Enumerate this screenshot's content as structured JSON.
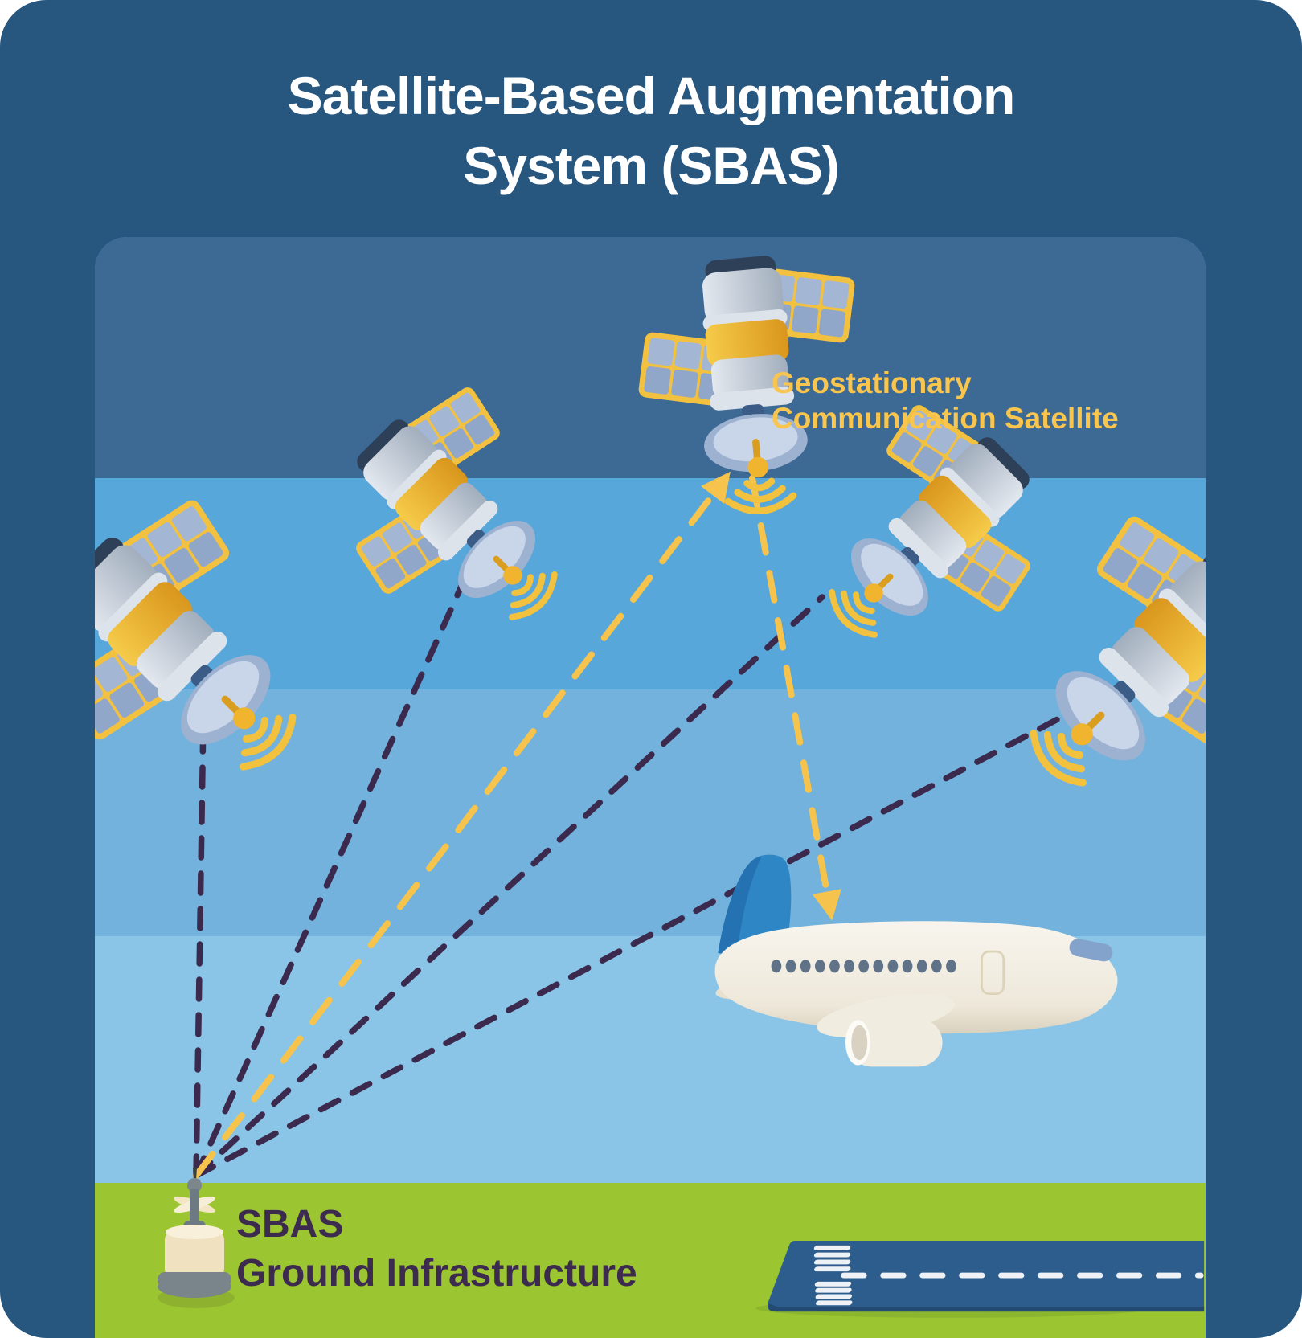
{
  "title": {
    "line1": "Satellite-Based Augmentation",
    "line2": "System (SBAS)"
  },
  "labels": {
    "geo": {
      "line1": "Geostationary",
      "line2": "Communication Satellite"
    },
    "ground": {
      "line1": "SBAS",
      "line2": "Ground Infrastructure"
    }
  },
  "colors": {
    "frame_navy": "#27567f",
    "sky_band_1": "#3d6995",
    "sky_band_2": "#58a7da",
    "sky_band_3": "#72b2dc",
    "sky_band_4": "#8ac5e8",
    "grass_green": "#9cc532",
    "signal_yellow": "#f6c44c",
    "signal_purple": "#3b2a4d",
    "satellite_gold": "#f2c140",
    "runway_navy": "#2d5d8c",
    "title_text": "#ffffff",
    "geo_label_text": "#f8c54e",
    "ground_label_text": "#3d2b4f"
  },
  "icons": {
    "geo_satellite": "geostationary-satellite-icon",
    "gnss_satellites": [
      "gnss-satellite-far-left-icon",
      "gnss-satellite-upper-left-icon",
      "gnss-satellite-right-icon",
      "gnss-satellite-far-right-icon"
    ],
    "airplane": "airplane-icon",
    "ground_station": "ground-station-icon",
    "runway": "runway-icon",
    "signal_links": "dashed-signal-lines"
  }
}
